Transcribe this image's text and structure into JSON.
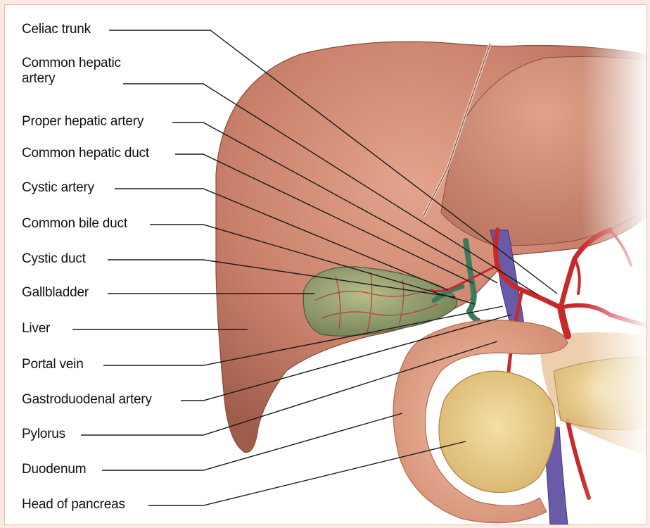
{
  "labels": [
    "Celiac trunk",
    "Common hepatic artery",
    "Proper hepatic artery",
    "Common hepatic duct",
    "Cystic artery",
    "Common bile duct",
    "Cystic duct",
    "Gallbladder",
    "Liver",
    "Portal vein",
    "Gastroduodenal artery",
    "Pylorus",
    "Duodenum",
    "Head of pancreas"
  ],
  "colors": {
    "page_border": "#fce9e2",
    "liver": "#c9806a",
    "gallbladder": "#8a9a6e",
    "artery": "#c82a2a",
    "portal_vein": "#6a5aa8",
    "bile_duct": "#3d7a5c",
    "duodenum": "#e4a88c",
    "pancreas": "#e9cf8e",
    "leader_line": "#1a1a1a"
  }
}
